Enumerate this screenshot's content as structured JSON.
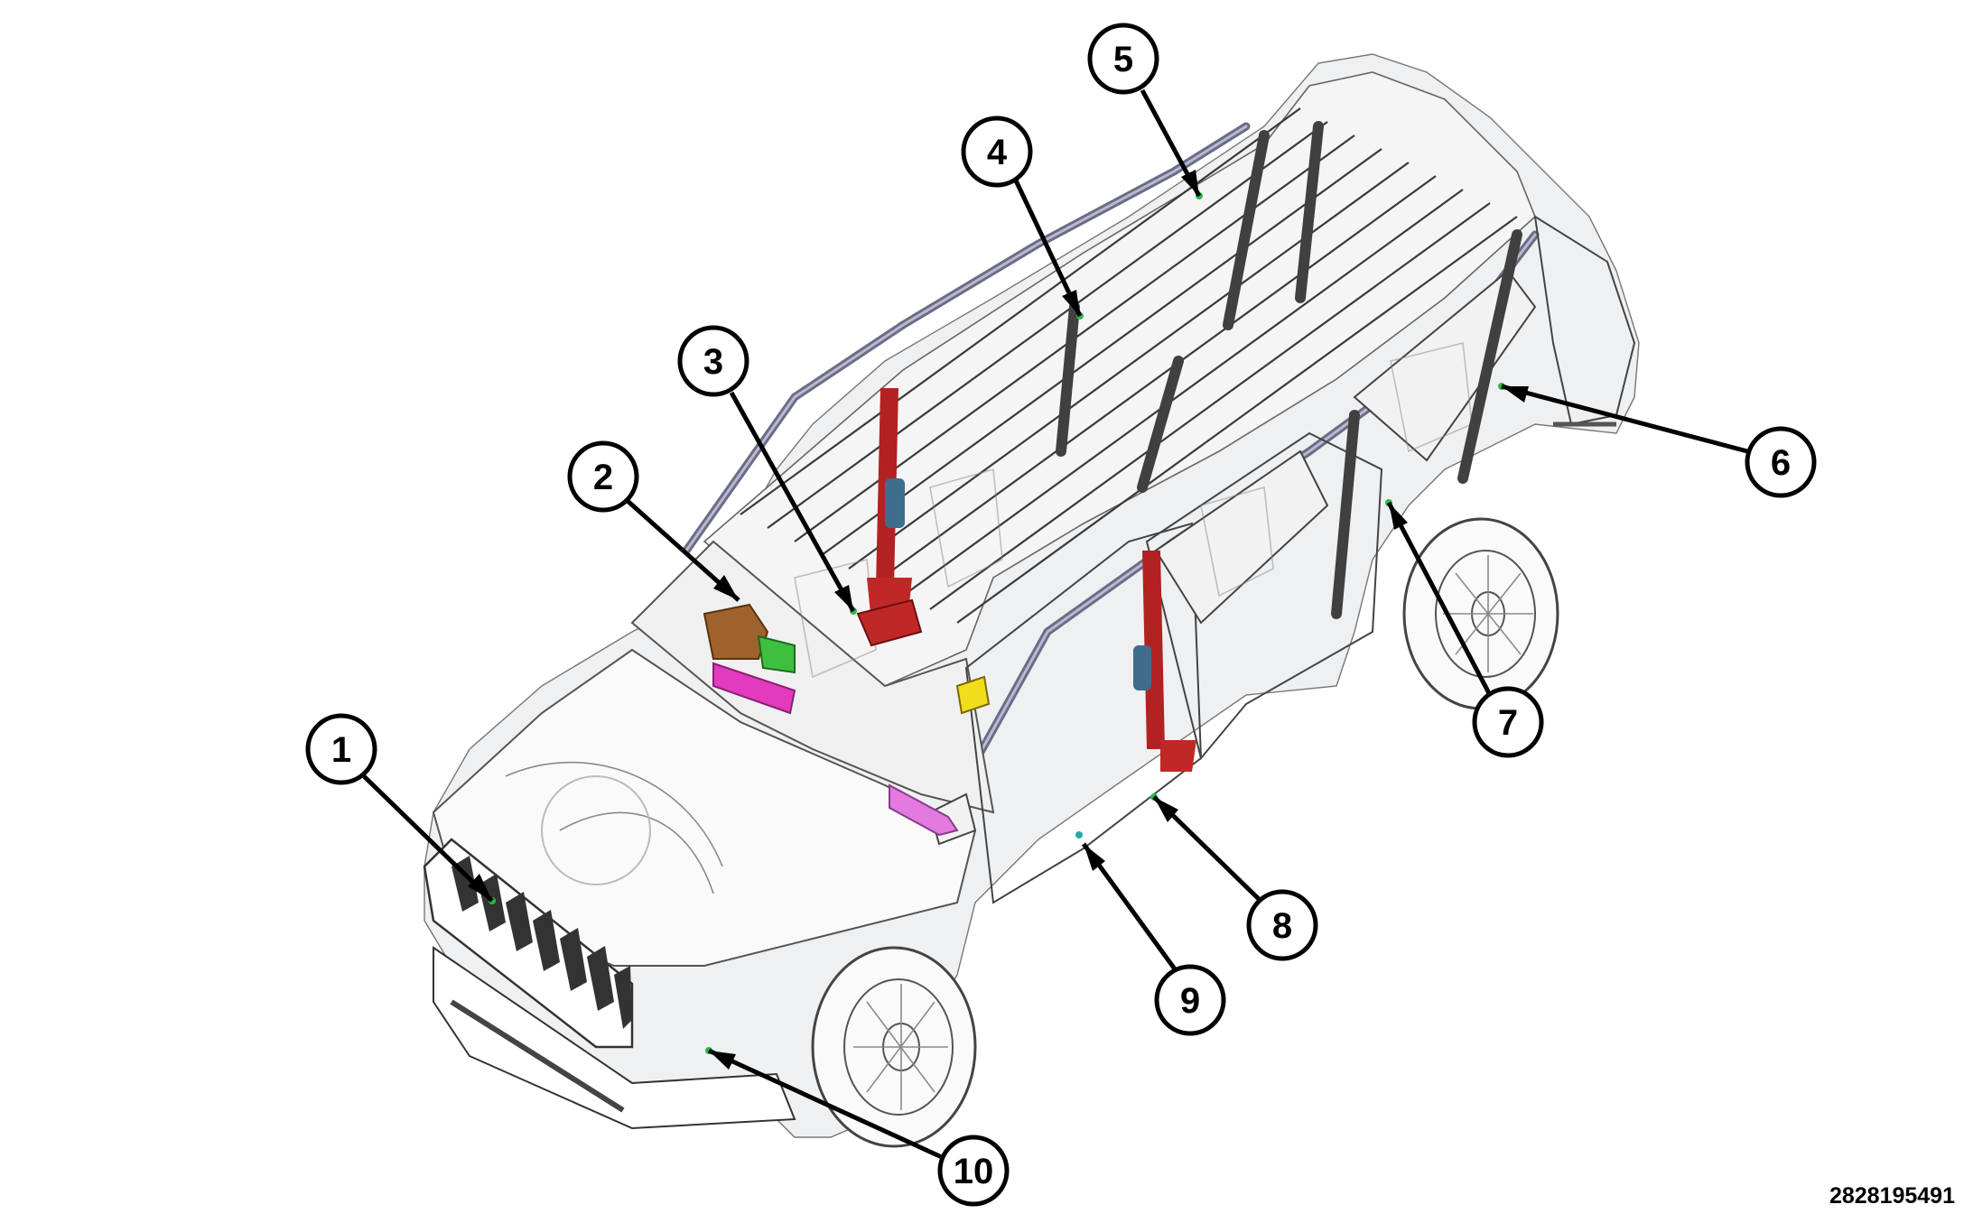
{
  "diagram": {
    "figure_id": "2828195491",
    "colors": {
      "callout_stroke": "#000000",
      "sensor_marker": "#2db84a",
      "belt_red": "#b22222",
      "module_brown": "#a0622d",
      "module_green": "#3fbf3f",
      "module_magenta": "#e23bbd",
      "module_pink": "#e27ae0",
      "module_yellow": "#f2dd1c",
      "airbag_blue": "#3f6d8c"
    },
    "callouts": [
      {
        "label": "1"
      },
      {
        "label": "2"
      },
      {
        "label": "3"
      },
      {
        "label": "4"
      },
      {
        "label": "5"
      },
      {
        "label": "6"
      },
      {
        "label": "7"
      },
      {
        "label": "8"
      },
      {
        "label": "9"
      },
      {
        "label": "10"
      }
    ]
  }
}
